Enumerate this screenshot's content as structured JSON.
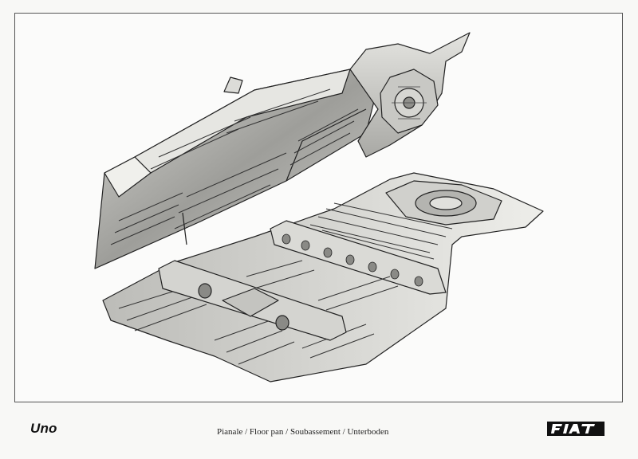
{
  "footer": {
    "model": "Uno",
    "caption": "Pianale / Floor pan / Soubassement / Unterboden",
    "brand_logo": "FIAT"
  },
  "illustration": {
    "subject": "floor-pan-exploded-drawing"
  }
}
